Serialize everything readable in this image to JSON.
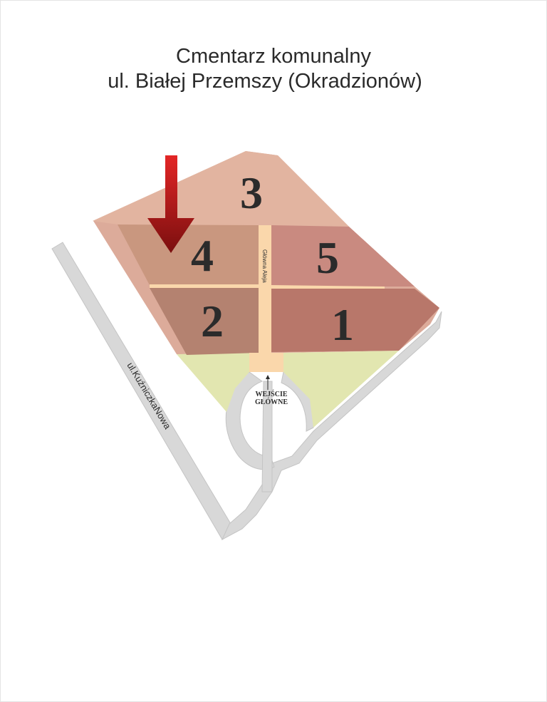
{
  "title": {
    "line1": "Cmentarz komunalny",
    "line2": "ul. Białej Przemszy (Okradzionów)"
  },
  "sectors": [
    {
      "number": "1",
      "color": "#b8776a"
    },
    {
      "number": "2",
      "color": "#b48270"
    },
    {
      "number": "3",
      "color": "#e2b4a0"
    },
    {
      "number": "4",
      "color": "#c9977f"
    },
    {
      "number": "5",
      "color": "#c98a80"
    }
  ],
  "main_alley_label": "Główna Aleja",
  "entrance": {
    "line1": "WEJŚCIE",
    "line2": "GŁÓWNE"
  },
  "street_label": "ul.KuźniczkaNowa",
  "marker": {
    "icon": "arrow-down-icon",
    "color": "#b01c1c",
    "points_to_sector": "4"
  },
  "colors": {
    "outer_area": "#dcab9a",
    "green_area": "#e2e6b0",
    "alley": "#fad7ab",
    "road": "#d8d8d8",
    "road_edge": "#c4c4c4"
  }
}
